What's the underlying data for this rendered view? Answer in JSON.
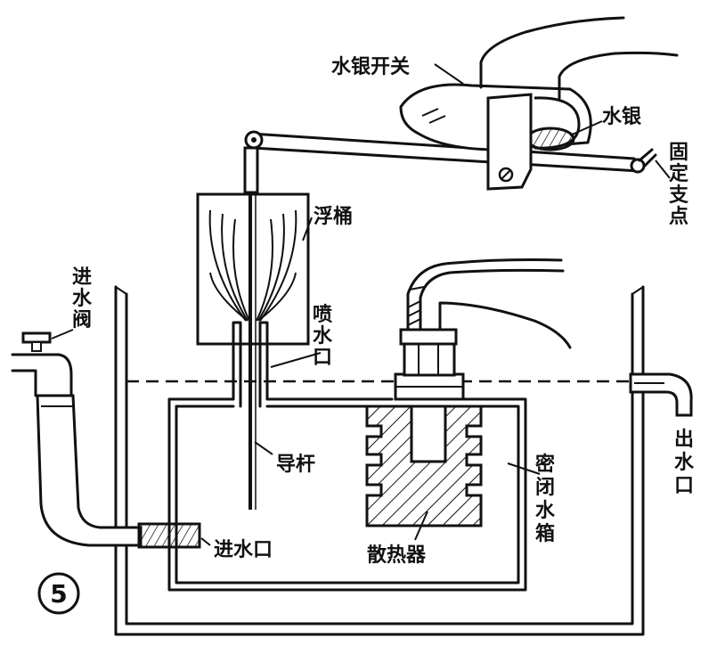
{
  "figure_number": "5",
  "labels": {
    "mercury_switch": "水银开关",
    "mercury": "水银",
    "fixed_pivot": "固定支点",
    "float_bucket": "浮桶",
    "inlet_valve": "进水阀",
    "nozzle": "喷水口",
    "outlet": "出水口",
    "guide_rod": "导杆",
    "sealed_tank": "密闭水箱",
    "inlet_port": "进水口",
    "heat_sink": "散热器"
  },
  "icons": [
    "mercury-switch-icon",
    "pivot-icon",
    "valve-icon",
    "screw-icon"
  ]
}
